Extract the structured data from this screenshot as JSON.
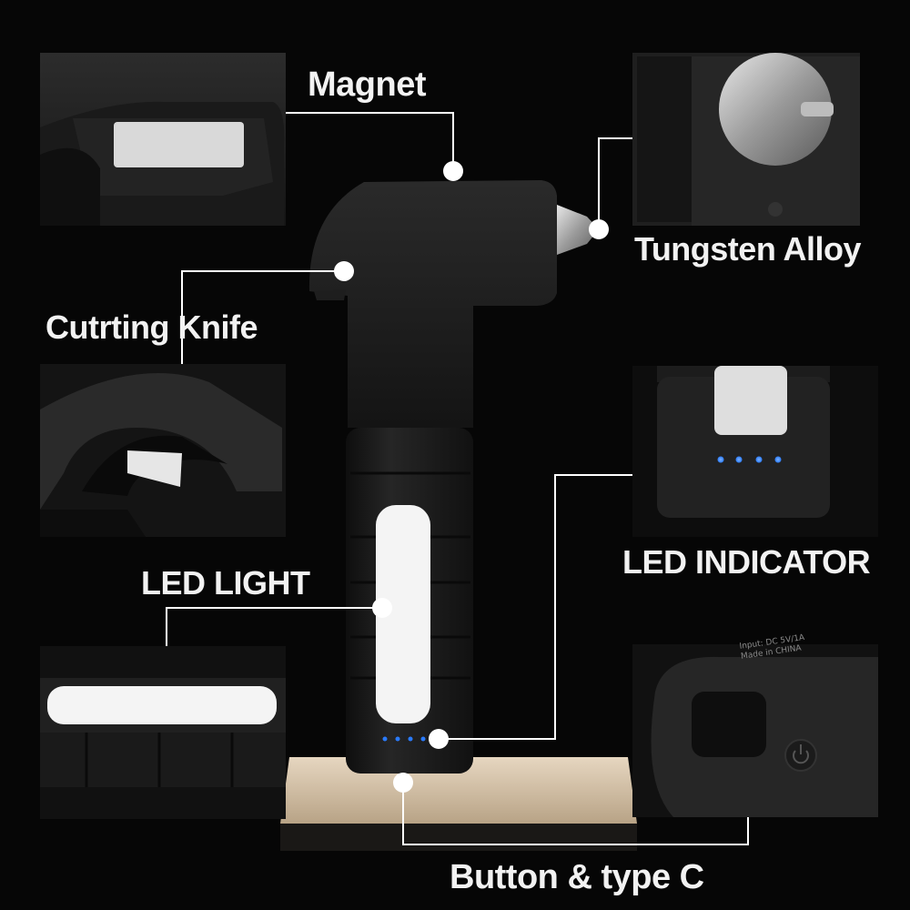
{
  "callouts": {
    "magnet": "Magnet",
    "tungsten_alloy": "Tungsten Alloy",
    "cutting_knife": "Cutrting  Knife",
    "led_indicator": "LED  INDICATOR",
    "led_light": "LED LIGHT",
    "button_type_c": "Button & type C"
  },
  "indicator_lights": 4,
  "colors": {
    "background": "#060606",
    "body": "#1c1c1c",
    "led_white": "#f4f4f4",
    "indicator_blue": "#2a7bff",
    "marker_white": "#ffffff"
  },
  "icons": [
    "power-icon"
  ]
}
